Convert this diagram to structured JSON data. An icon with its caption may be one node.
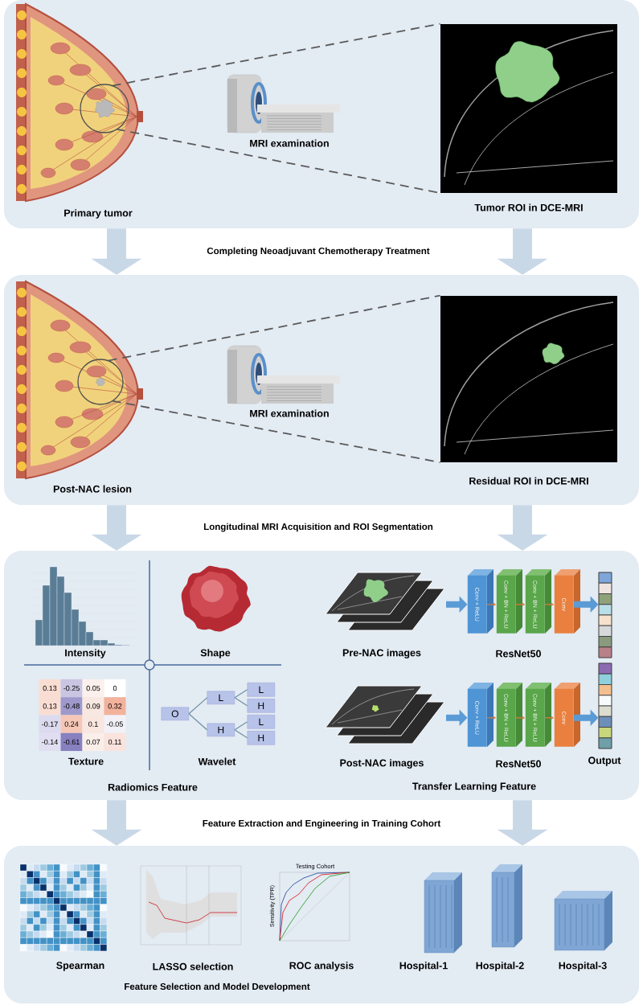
{
  "diagram": {
    "nodes": [
      {
        "text": [],
        "shape": "box"
      },
      {
        "text": [],
        "shape": "box"
      },
      {
        "text": [],
        "shape": "box"
      },
      {
        "text": [],
        "shape": "box"
      },
      {
        "text": [],
        "shape": "picture",
        "in": 0,
        "beside": [
          "Primary tumor"
        ]
      },
      {
        "text": [],
        "shape": "picture",
        "in": 0,
        "beside": [
          "Tumor ROI in DCE-MRI"
        ]
      },
      {
        "text": [],
        "shape": "picture",
        "in": 1,
        "beside": [
          "Post-NAC lesion"
        ]
      },
      {
        "text": [],
        "shape": "picture",
        "in": 1,
        "beside": [
          "Residual ROI in DCE-MRI"
        ]
      },
      {
        "text": [
          "O"
        ],
        "in": 2
      },
      {
        "text": [
          "L"
        ],
        "in": 2
      },
      {
        "text": [
          "H"
        ],
        "in": 2
      },
      {
        "text": [
          "L"
        ],
        "in": 2
      },
      {
        "text": [
          "H"
        ],
        "in": 2
      },
      {
        "text": [
          "L"
        ],
        "in": 2
      },
      {
        "text": [
          "H"
        ],
        "in": 2
      },
      {
        "text": [],
        "shape": "picture",
        "in": 2,
        "beside": [
          "Pre-NAC images"
        ]
      },
      {
        "text": [
          "Conv + ReLU"
        ],
        "in": 2
      },
      {
        "text": [
          "Conv + BN + ReLU"
        ],
        "in": 2
      },
      {
        "text": [
          "Conv + BN + ReLU"
        ],
        "in": 2
      },
      {
        "text": [
          "Conv"
        ],
        "in": 2
      },
      {
        "text": [],
        "shape": "bar",
        "in": 2
      },
      {
        "text": [],
        "shape": "picture",
        "in": 2,
        "beside": [
          "Post-NAC images"
        ]
      },
      {
        "text": [
          "Conv + ReLU"
        ],
        "in": 2
      },
      {
        "text": [
          "Conv + BN + ReLU"
        ],
        "in": 2
      },
      {
        "text": [
          "Conv + BN + ReLU"
        ],
        "in": 2
      },
      {
        "text": [
          "Conv"
        ],
        "in": 2
      },
      {
        "text": [],
        "shape": "bar",
        "in": 2,
        "beside": [
          "Output"
        ]
      }
    ],
    "edges": [
      {
        "from": 0,
        "to": 1,
        "arrow": "to",
        "style": "thick",
        "color": "#c9d8e7"
      },
      {
        "from": 0,
        "to": 1,
        "arrow": "to",
        "style": "thick",
        "color": "#c9d8e7"
      },
      {
        "from": 1,
        "to": 2,
        "arrow": "to",
        "style": "thick",
        "color": "#c9d8e7"
      },
      {
        "from": 1,
        "to": 2,
        "arrow": "to",
        "style": "thick",
        "color": "#c9d8e7"
      },
      {
        "from": 2,
        "to": 3,
        "arrow": "to",
        "style": "thick",
        "color": "#c9d8e7"
      },
      {
        "from": 2,
        "to": 3,
        "arrow": "to",
        "style": "thick",
        "color": "#c9d8e7"
      },
      {
        "from": 4,
        "to": 5,
        "arrow": "none",
        "style": "dashed",
        "color": "#5a5a5a"
      },
      {
        "from": 4,
        "to": 5,
        "arrow": "none",
        "style": "dashed",
        "color": "#5a5a5a"
      },
      {
        "from": 6,
        "to": 7,
        "arrow": "none",
        "style": "dashed",
        "color": "#5a5a5a"
      },
      {
        "from": 6,
        "to": 7,
        "arrow": "none",
        "style": "dashed",
        "color": "#5a5a5a"
      },
      {
        "from": 8,
        "to": 9,
        "arrow": "none",
        "color": "#6f8fa6"
      },
      {
        "from": 8,
        "to": 10,
        "arrow": "none",
        "color": "#6f8fa6"
      },
      {
        "from": 9,
        "to": 11,
        "arrow": "none",
        "color": "#6f8fa6"
      },
      {
        "from": 9,
        "to": 12,
        "arrow": "none",
        "color": "#6f8fa6"
      },
      {
        "from": 10,
        "to": 13,
        "arrow": "none",
        "color": "#6f8fa6"
      },
      {
        "from": 10,
        "to": 14,
        "arrow": "none",
        "color": "#6f8fa6"
      },
      {
        "from": 15,
        "to": 16,
        "arrow": "to",
        "style": "thick",
        "color": "#5b9bd5"
      },
      {
        "from": 16,
        "to": 17,
        "arrow": "to",
        "color": "#e0793a"
      },
      {
        "from": 17,
        "to": 18,
        "arrow": "to",
        "color": "#e0793a"
      },
      {
        "from": 18,
        "to": 19,
        "arrow": "to",
        "color": "#e0793a"
      },
      {
        "from": 19,
        "to": 20,
        "arrow": "to",
        "style": "thick",
        "color": "#5b9bd5"
      },
      {
        "from": 21,
        "to": 22,
        "arrow": "to",
        "style": "thick",
        "color": "#5b9bd5"
      },
      {
        "from": 22,
        "to": 23,
        "arrow": "to",
        "color": "#e0793a"
      },
      {
        "from": 23,
        "to": 24,
        "arrow": "to",
        "color": "#e0793a"
      },
      {
        "from": 24,
        "to": 25,
        "arrow": "to",
        "color": "#e0793a"
      },
      {
        "from": 25,
        "to": 26,
        "arrow": "to",
        "style": "thick",
        "color": "#5b9bd5"
      }
    ],
    "labels": [
      "MRI examination",
      "Completing Neoadjuvant Chemotherapy Treatment",
      "MRI examination",
      "Longitudinal MRI Acquisition and ROI Segmentation",
      "Intensity",
      "Shape",
      "0.13",
      "-0.25",
      "0.05",
      "0",
      "0.13",
      "-0.48",
      "0.09",
      "0.32",
      "-0.17",
      "0.24",
      "0.1",
      "-0.05",
      "-0.14",
      "-0.61",
      "0.07",
      "0.11",
      "Texture",
      "Wavelet",
      "ResNet50",
      "ResNet50",
      "Radiomics Feature",
      "Transfer Learning Feature",
      "Feature Extraction and Engineering in Training Cohort",
      "Testing Cohort",
      "Sensitivity (TPR)",
      "Spearman",
      "LASSO selection",
      "ROC analysis",
      "Hospital-1",
      "Hospital-2",
      "Hospital-3",
      "Feature Selection and Model Development"
    ]
  }
}
